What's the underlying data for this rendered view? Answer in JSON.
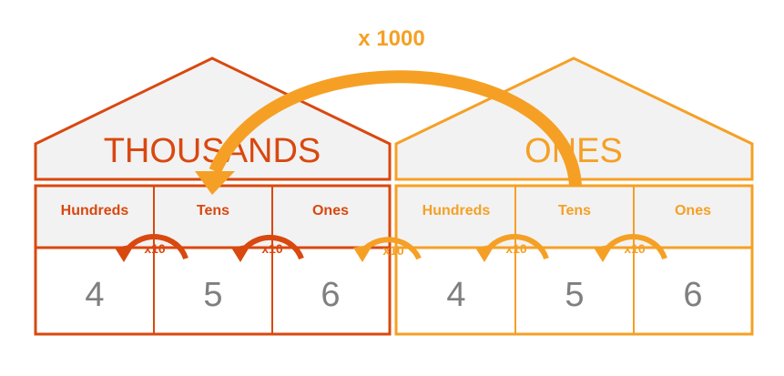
{
  "colors": {
    "thousands": "#d9480f",
    "ones": "#f5a025",
    "roof_fill": "#f2f2f2",
    "digit": "#7f7f7f"
  },
  "big_arrow_label": "x 1000",
  "houses": [
    {
      "title": "THOUSANDS",
      "columns": [
        "Hundreds",
        "Tens",
        "Ones"
      ],
      "digits": [
        "4",
        "5",
        "6"
      ]
    },
    {
      "title": "ONES",
      "columns": [
        "Hundreds",
        "Tens",
        "Ones"
      ],
      "digits": [
        "4",
        "5",
        "6"
      ]
    }
  ],
  "small_arrow_label": "x10",
  "icons": {
    "big_arrow": "curved-arrow-icon",
    "small_arrow": "curved-arrow-icon"
  }
}
